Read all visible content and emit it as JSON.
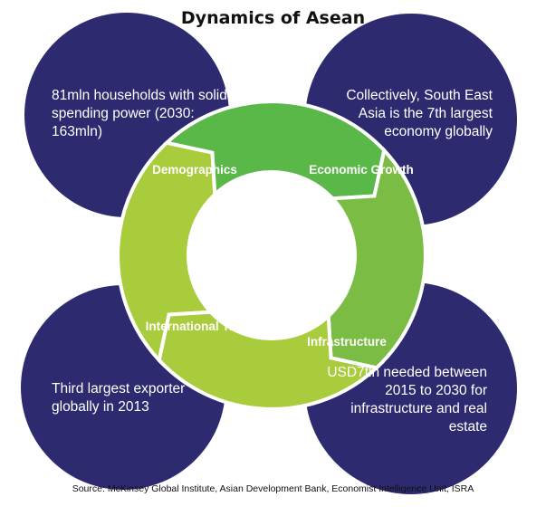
{
  "title": "Dynamics of Asean",
  "colors": {
    "circle": "#2e2a70",
    "ring_light": "#a9cc3d",
    "ring_dark": "#59b847",
    "ring_mid": "#7bbd44",
    "ring_outline": "#ffffff"
  },
  "notes": {
    "top_left": "81mln households with solid spending power (2030: 163mln)",
    "top_right": "Collectively, South East Asia is the 7th largest economy globally",
    "bottom_left": "Third largest exporter globally in 2013",
    "bottom_right": "USD7tln needed between 2015 to 2030 for infrastructure and real estate"
  },
  "cycle": {
    "demographics": "Demographics",
    "economic_growth": "Economic Growth",
    "international_trade": "International Trade",
    "infrastructure": "Infrastructure"
  },
  "source": "Source: McKinsey Global Institute, Asian Development Bank, Economist Intelligence Unit, ISRA"
}
